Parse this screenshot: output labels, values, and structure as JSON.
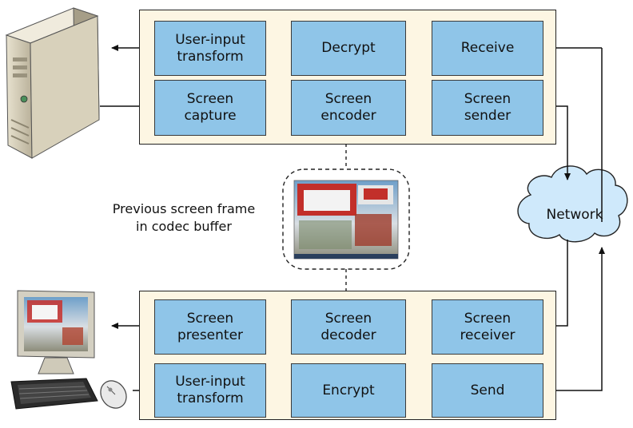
{
  "server_panel": {
    "row1": {
      "input_transform": "User-input\ntransform",
      "decrypt": "Decrypt",
      "receive": "Receive"
    },
    "row2": {
      "capture": "Screen\ncapture",
      "encoder": "Screen\nencoder",
      "sender": "Screen\nsender"
    }
  },
  "client_panel": {
    "row1": {
      "presenter": "Screen\npresenter",
      "decoder": "Screen\ndecoder",
      "receiver": "Screen\nreceiver"
    },
    "row2": {
      "input_transform": "User-input\ntransform",
      "encrypt": "Encrypt",
      "send": "Send"
    }
  },
  "network_label": "Network",
  "buffer_caption": "Previous screen frame\nin codec buffer",
  "colors": {
    "box_fill": "#8fc5e8",
    "panel_fill": "#fdf6e3",
    "cloud_fill": "#cfe9fb"
  },
  "icons": [
    "server-tower-icon",
    "monitor-icon",
    "keyboard-icon",
    "mouse-icon",
    "screenshot-thumbnail-icon",
    "network-cloud-icon"
  ]
}
